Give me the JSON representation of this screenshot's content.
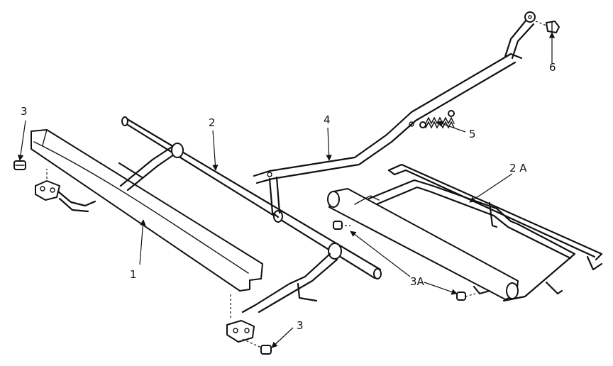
{
  "callouts": {
    "c1": "1",
    "c2": "2",
    "c2a": "2 A",
    "c3_left": "3",
    "c3_bottom": "3",
    "c3a": "3A",
    "c4": "4",
    "c5": "5",
    "c6": "6"
  }
}
